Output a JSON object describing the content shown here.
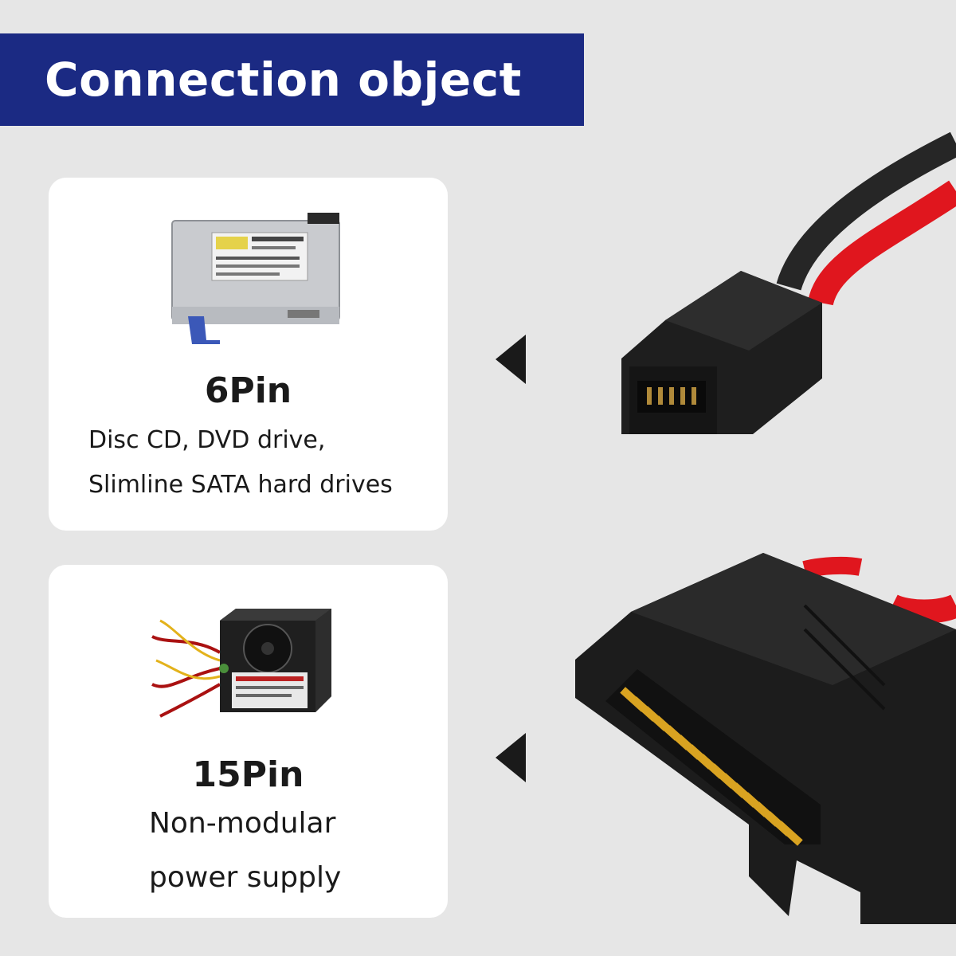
{
  "banner": {
    "title": "Connection object"
  },
  "cards": [
    {
      "heading": "6Pin",
      "lines": [
        "Disc CD, DVD drive,",
        "Slimline SATA hard drives"
      ],
      "image_icon": "optical-drive-icon"
    },
    {
      "heading": "15Pin",
      "lines": [
        "Non-modular",
        "power supply"
      ],
      "image_icon": "power-supply-icon"
    }
  ],
  "connectors": [
    {
      "icon": "sata-6pin-connector-icon"
    },
    {
      "icon": "sata-15pin-connector-icon"
    }
  ],
  "colors": {
    "banner": "#1b2a83",
    "background": "#e6e6e6",
    "card": "#ffffff",
    "cable_black": "#2a2a2a",
    "cable_red": "#e0161e",
    "gold_pin": "#d9a321"
  }
}
